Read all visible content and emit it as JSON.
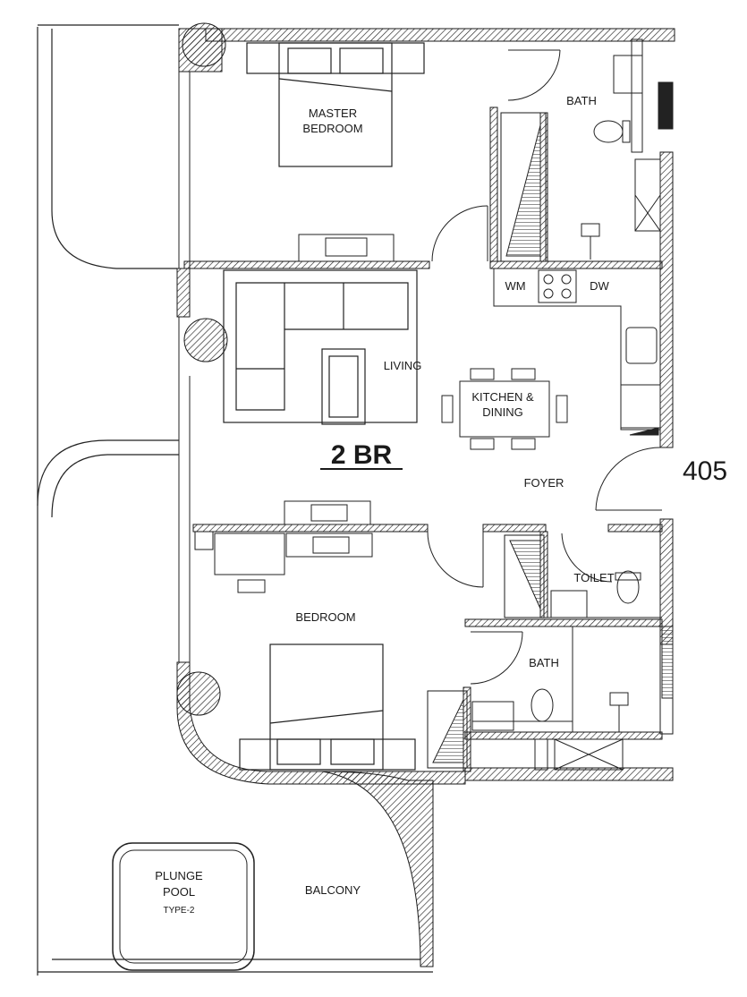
{
  "plan": {
    "unit_type": "2 BR",
    "unit_number": "405",
    "rooms": {
      "master_bedroom_line1": "MASTER",
      "master_bedroom_line2": "BEDROOM",
      "bath_upper": "BATH",
      "living": "LIVING",
      "kitchen_line1": "KITCHEN &",
      "kitchen_line2": "DINING",
      "foyer": "FOYER",
      "toilet": "TOILET",
      "bedroom": "BEDROOM",
      "bath_lower": "BATH",
      "balcony": "BALCONY",
      "pool_line1": "PLUNGE",
      "pool_line2": "POOL",
      "pool_line3": "TYPE-2"
    },
    "appliances": {
      "washing_machine": "WM",
      "dishwasher": "DW"
    },
    "colors": {
      "wall_outline": "#1a1a1a",
      "fixture_line": "#333333"
    }
  }
}
